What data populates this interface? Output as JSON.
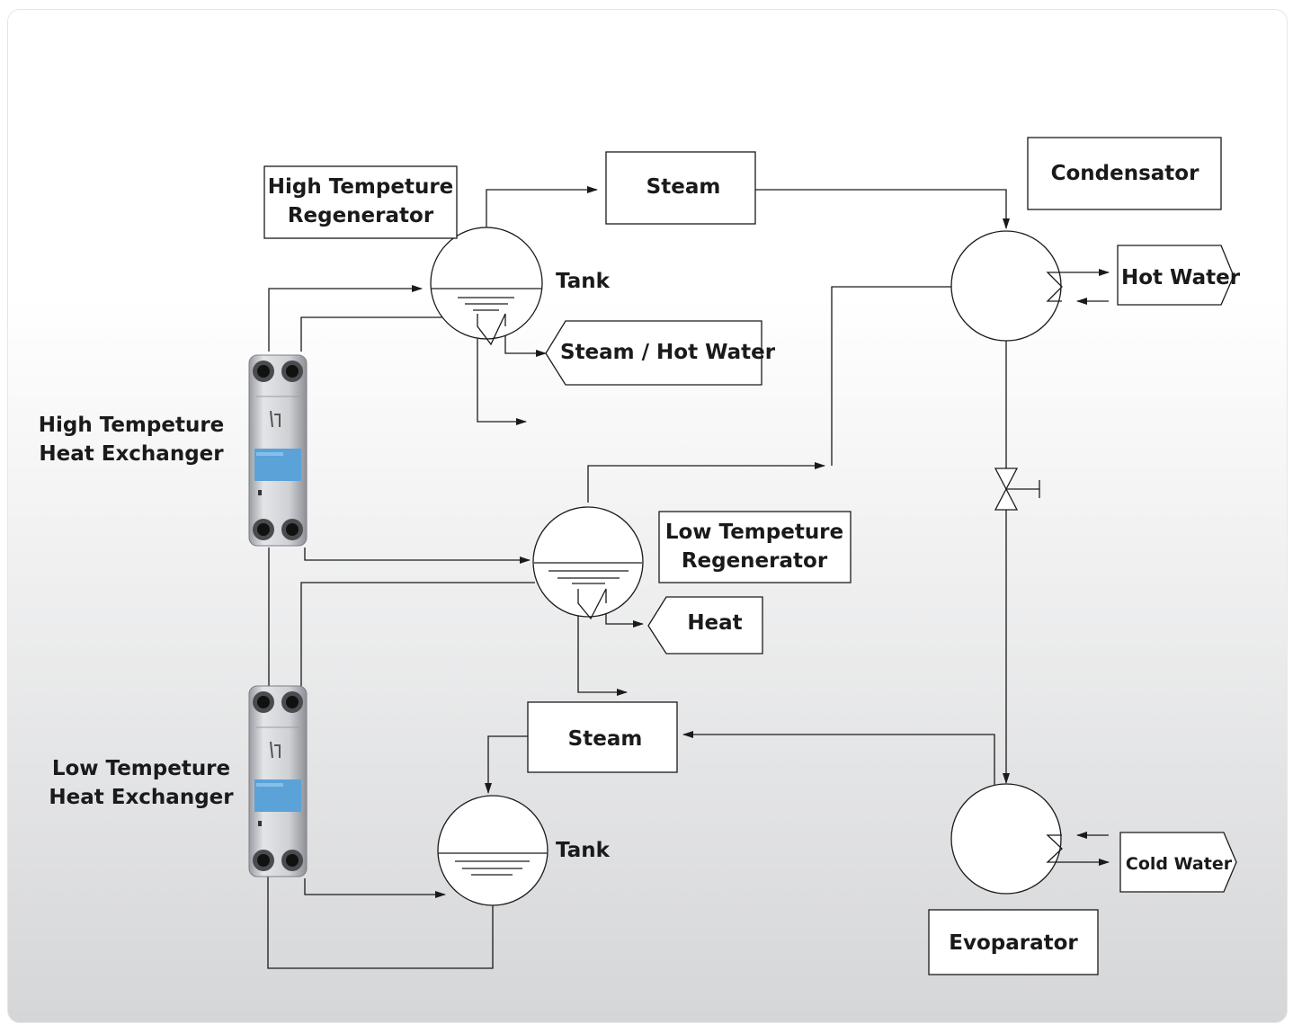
{
  "labels": {
    "high_regenerator": [
      "High Tempeture",
      "Regenerator"
    ],
    "steam_top": "Steam",
    "condensator": "Condensator",
    "tank_top": "Tank",
    "hot_water": "Hot Water",
    "steam_hot_water": "Steam / Hot Water",
    "high_heat_exchanger": [
      "High Tempeture",
      "Heat Exchanger"
    ],
    "low_regenerator": [
      "Low Tempeture",
      "Regenerator"
    ],
    "heat": "Heat",
    "steam_bottom": "Steam",
    "low_heat_exchanger": [
      "Low Tempeture",
      "Heat Exchanger"
    ],
    "tank_bottom": "Tank",
    "cold_water": "Cold Water",
    "evoparator": "Evoparator"
  },
  "colors": {
    "line": "#1a1a1a",
    "background_top": "#ffffff",
    "background_bottom": "#d5d6d8",
    "exchanger_body": "#d6d7db",
    "exchanger_screen": "#5aa2d8"
  },
  "icons": [
    "plate-heat-exchanger-photo",
    "expansion-valve-icon",
    "coil-icon"
  ]
}
